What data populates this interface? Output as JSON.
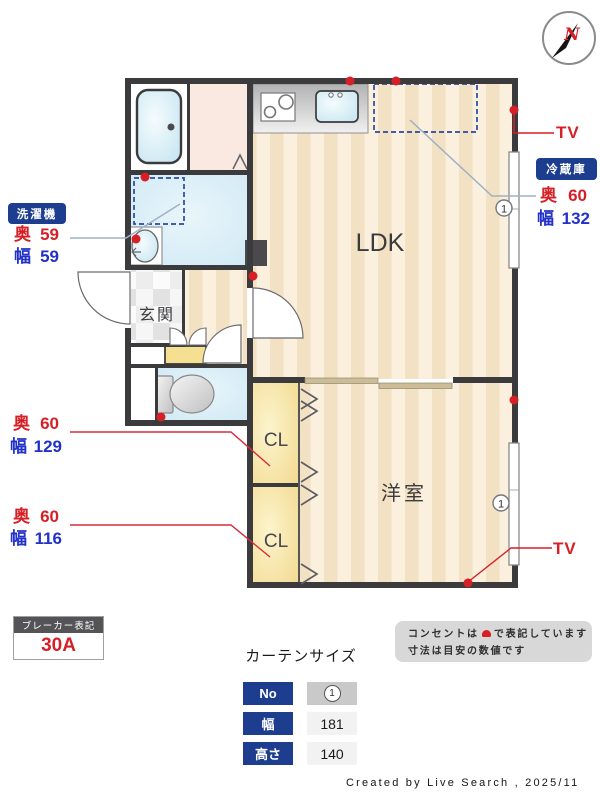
{
  "compass": {
    "north": "N"
  },
  "rooms": {
    "ldk": "LDK",
    "western": "洋室",
    "entrance": "玄関",
    "closet_upper": "CL",
    "closet_lower": "CL"
  },
  "labels": {
    "washer": {
      "title": "洗濯機",
      "rows": [
        {
          "k": "奥",
          "v": "59"
        },
        {
          "k": "幅",
          "v": "59"
        }
      ]
    },
    "fridge": {
      "title": "冷蔵庫",
      "rows": [
        {
          "k": "奥",
          "v": "60"
        },
        {
          "k": "幅",
          "v": "132"
        }
      ]
    },
    "closet_upper": {
      "rows": [
        {
          "k": "奥",
          "v": "60"
        },
        {
          "k": "幅",
          "v": "129"
        }
      ]
    },
    "closet_lower": {
      "rows": [
        {
          "k": "奥",
          "v": "60"
        },
        {
          "k": "幅",
          "v": "116"
        }
      ]
    },
    "tv_top": "TV",
    "tv_bottom": "TV"
  },
  "markers": {
    "ldk_window": "1",
    "western_window": "1"
  },
  "breaker": {
    "title": "ブレーカー表記",
    "value": "30A"
  },
  "curtain": {
    "title": "カーテンサイズ",
    "rows": [
      {
        "label": "No",
        "value": "1"
      },
      {
        "label": "幅",
        "value": "181"
      },
      {
        "label": "高さ",
        "value": "140"
      }
    ]
  },
  "note": {
    "line1_before": "コンセントは",
    "line1_after": "で表記しています",
    "line2": "寸法は目安の数値です"
  },
  "credit": "Created by Live Search , 2025/11",
  "colors": {
    "navy": "#1d3e8f",
    "red": "#d71f26",
    "blue": "#2231c8",
    "wall": "#3b3b3d"
  }
}
